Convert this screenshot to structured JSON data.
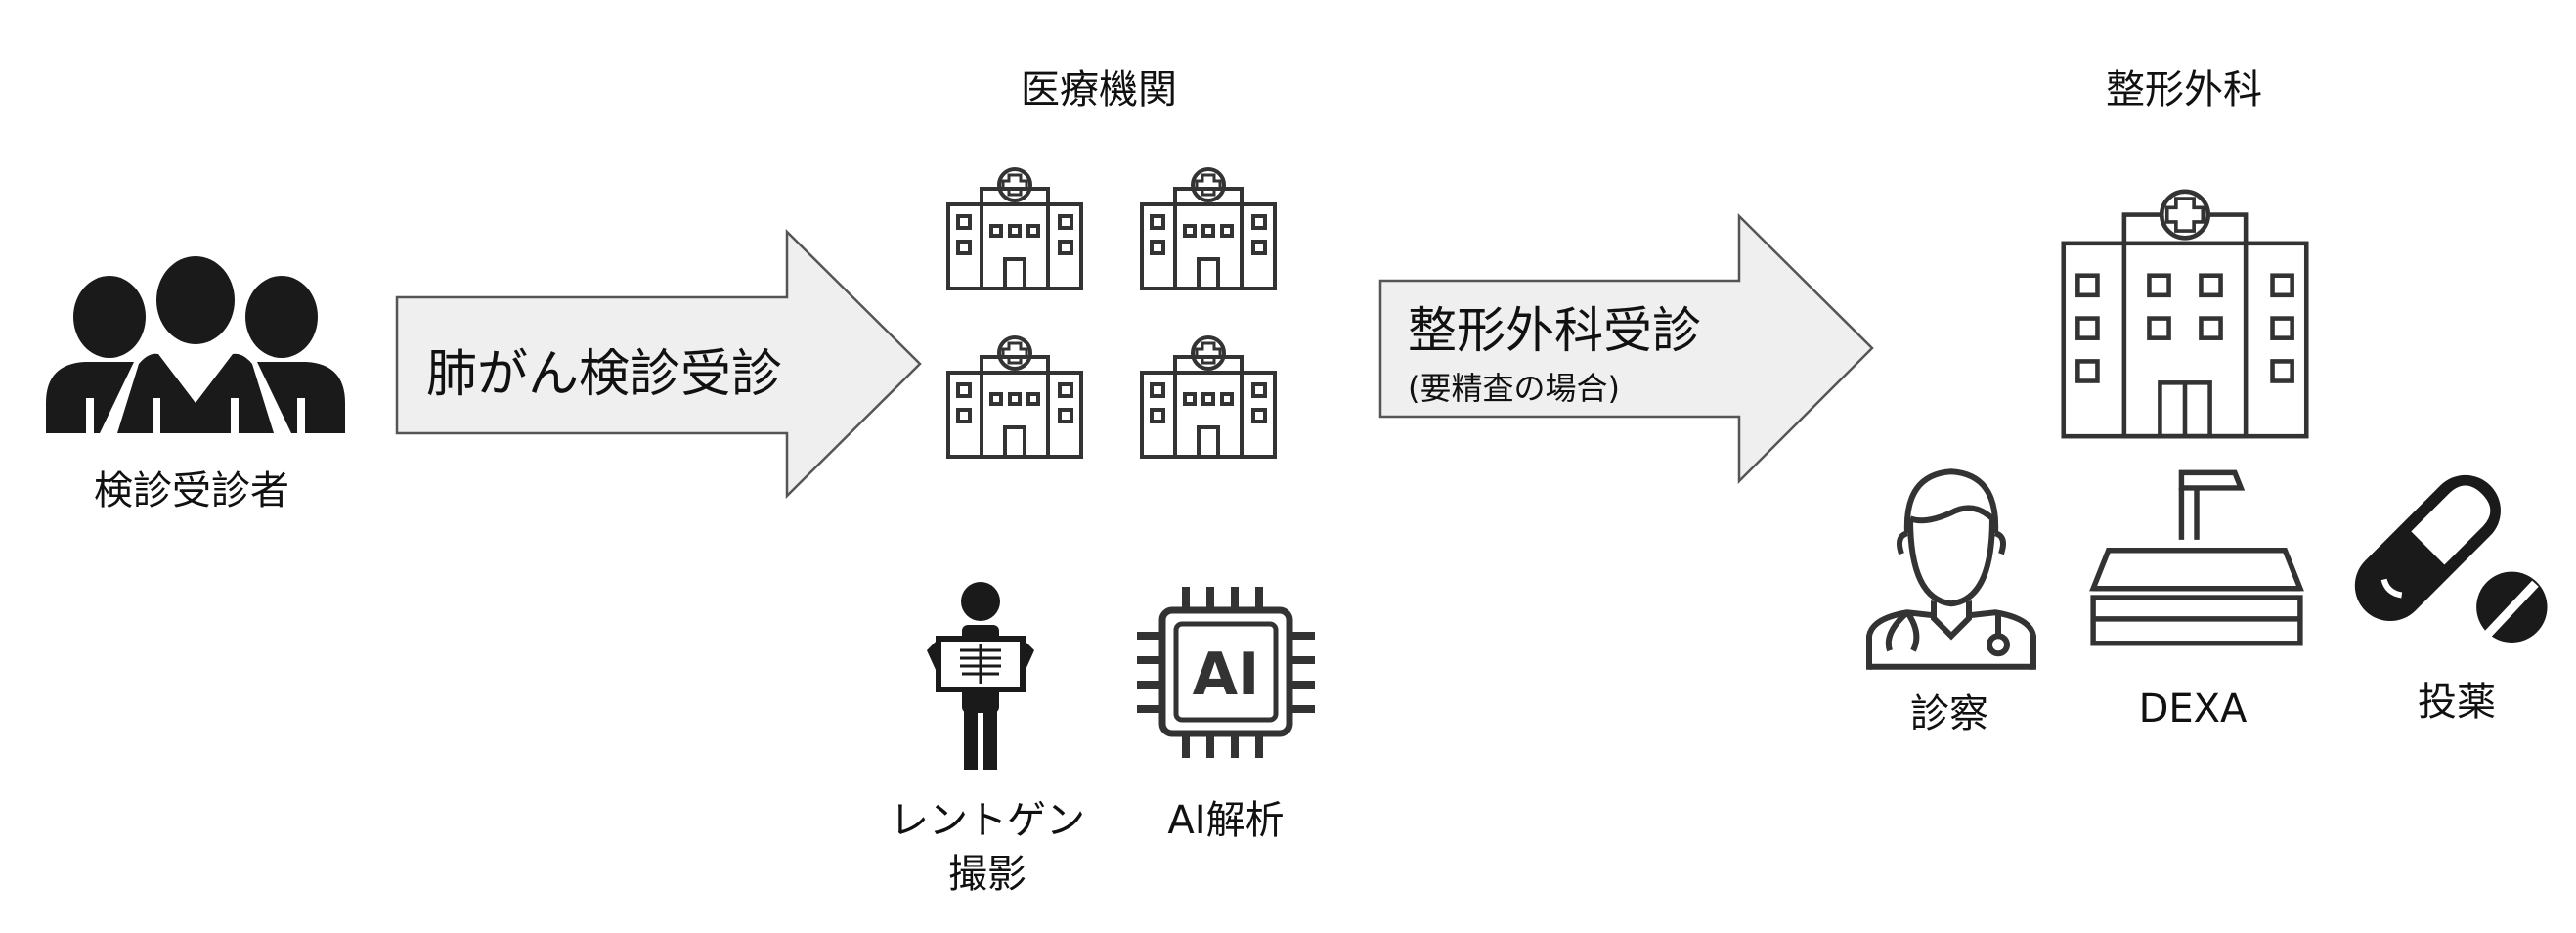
{
  "patients": {
    "label": "検診受診者",
    "icon": "people-group-icon"
  },
  "arrow_screening": {
    "label": "肺がん検診受診"
  },
  "institutions": {
    "title": "医療機関",
    "icon": "hospital-icon",
    "count": 4
  },
  "xray": {
    "label_line1": "レントゲン",
    "label_line2": "撮影",
    "icon": "xray-person-icon"
  },
  "ai": {
    "label": "AI解析",
    "chip_text": "AI",
    "icon": "ai-chip-icon"
  },
  "arrow_ortho": {
    "label": "整形外科受診",
    "sublabel": "(要精査の場合)"
  },
  "orthopedics": {
    "title": "整形外科",
    "items": [
      {
        "label": "診察",
        "icon": "doctor-icon"
      },
      {
        "label": "DEXA",
        "icon": "dexa-scanner-icon"
      },
      {
        "label": "投薬",
        "icon": "pill-icon"
      }
    ]
  },
  "colors": {
    "arrow_fill": "#efefef",
    "arrow_stroke": "#555555",
    "icon": "#1a1a1a"
  }
}
